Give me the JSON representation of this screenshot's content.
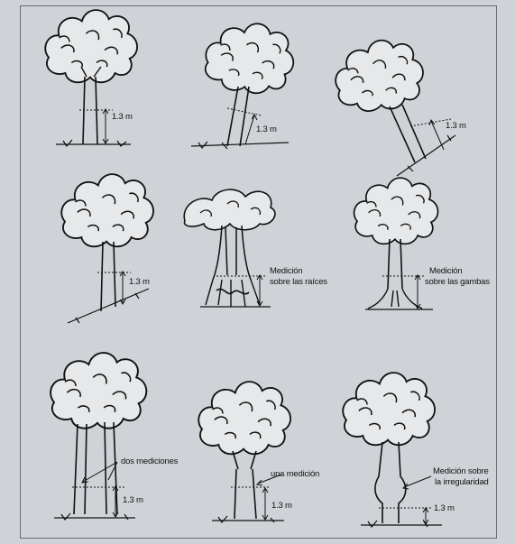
{
  "panels": [
    {
      "id": "straight-tree",
      "labels": [
        "1.3 m"
      ]
    },
    {
      "id": "leaning-tree",
      "labels": [
        "1.3 m"
      ]
    },
    {
      "id": "slope-tree",
      "labels": [
        "1.3 m"
      ]
    },
    {
      "id": "hillside-tree",
      "labels": [
        "1.3 m"
      ]
    },
    {
      "id": "root-tree",
      "labels": [
        "Medición",
        "sobre las raíces"
      ]
    },
    {
      "id": "buttress-tree",
      "labels": [
        "Medición",
        "sobre las gambas"
      ]
    },
    {
      "id": "forked-low-tree",
      "labels": [
        "dos mediciones",
        "1.3 m"
      ]
    },
    {
      "id": "forked-high-tree",
      "labels": [
        "una medición",
        "1.3 m"
      ]
    },
    {
      "id": "irregular-tree",
      "labels": [
        "Medición sobre",
        "la irregularidad",
        "1.3 m"
      ]
    }
  ]
}
